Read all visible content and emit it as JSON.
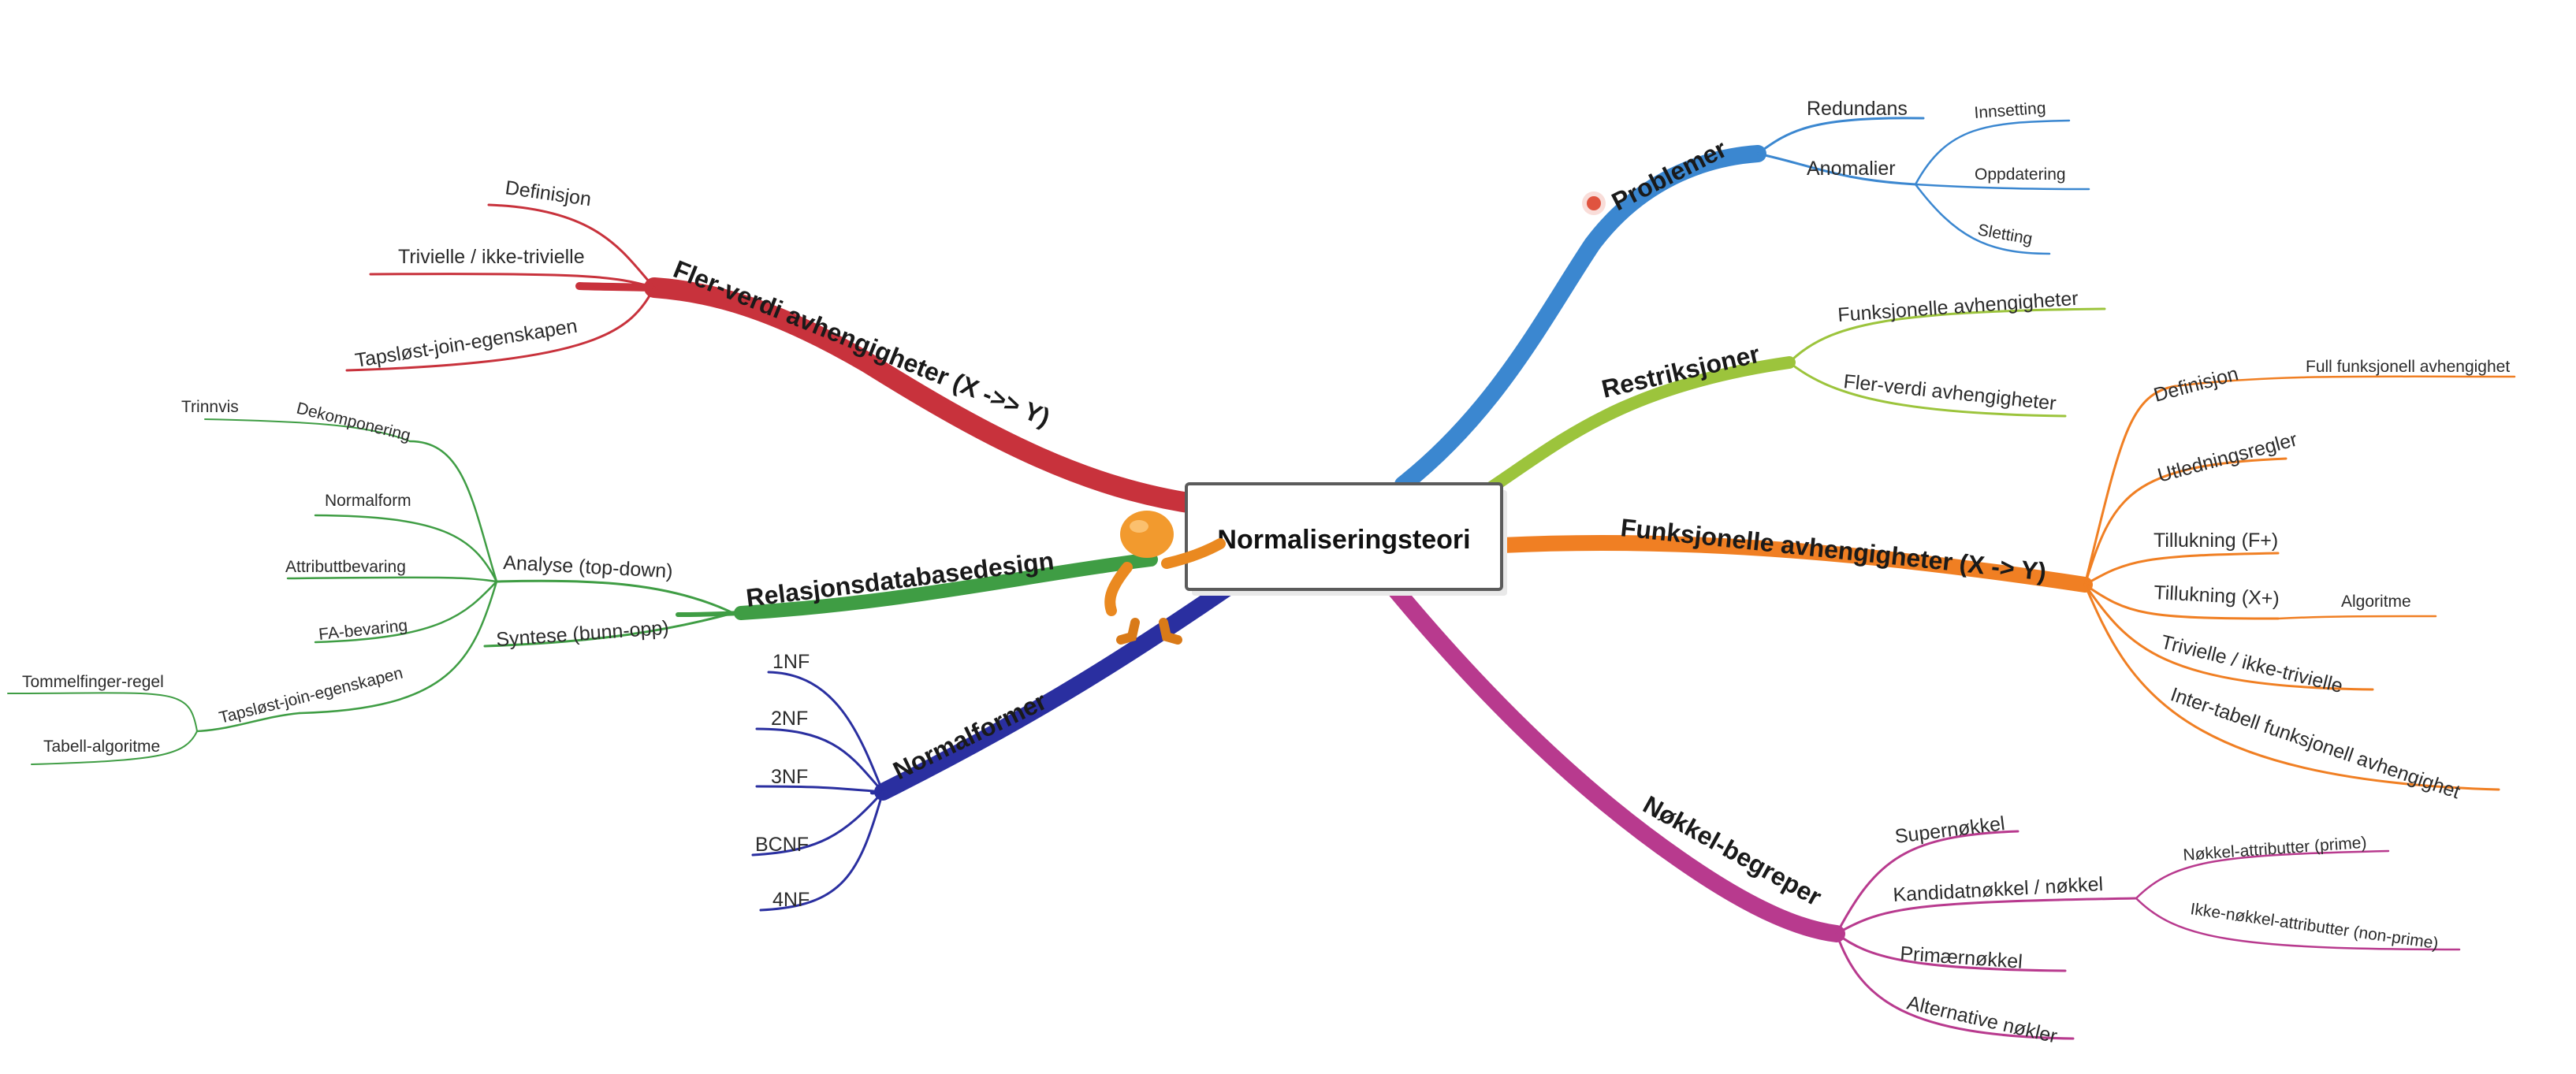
{
  "center": {
    "title": "Normaliseringsteori"
  },
  "colors": {
    "red": "#c8323c",
    "green": "#3f9d44",
    "navy": "#2a2fa0",
    "blue": "#3b87d0",
    "lime": "#9cc43c",
    "orange": "#f07f23",
    "magenta": "#b83a8e",
    "figure": "#f29a2e"
  },
  "branches": {
    "fler_verdi": {
      "label": "Fler-verdi avhengigheter (X ->> Y)",
      "items": [
        "Definisjon",
        "Trivielle / ikke-trivielle",
        "Tapsløst-join-egenskapen"
      ]
    },
    "relasjon": {
      "label": "Relasjonsdatabasedesign",
      "analyse": "Analyse (top-down)",
      "syntese": "Syntese (bunn-opp)",
      "dekomponering": "Dekomponering",
      "trinnvis": "Trinnvis",
      "normalform": "Normalform",
      "attributtbevaring": "Attributtbevaring",
      "fa_bevaring": "FA-bevaring",
      "tapslost": "Tapsløst-join-egenskapen",
      "tommelfinger": "Tommelfinger-regel",
      "tabell_algoritme": "Tabell-algoritme"
    },
    "normalformer": {
      "label": "Normalformer",
      "items": [
        "1NF",
        "2NF",
        "3NF",
        "BCNF",
        "4NF"
      ]
    },
    "problemer": {
      "label": "Problemer",
      "redundans": "Redundans",
      "anomalier": "Anomalier",
      "anomali_items": [
        "Innsetting",
        "Oppdatering",
        "Sletting"
      ]
    },
    "restriksjoner": {
      "label": "Restriksjoner",
      "items": [
        "Funksjonelle avhengigheter",
        "Fler-verdi avhengigheter"
      ]
    },
    "funksjonelle": {
      "label": "Funksjonelle avhengigheter (X -> Y)",
      "definisjon": "Definisjon",
      "full": "Full funksjonell avhengighet",
      "utledningsregler": "Utledningsregler",
      "tillukning_f": "Tillukning (F+)",
      "tillukning_x": "Tillukning (X+)",
      "algoritme": "Algoritme",
      "trivielle": "Trivielle / ikke-trivielle",
      "inter_tabell": "Inter-tabell funksjonell avhengighet"
    },
    "nokkel": {
      "label": "Nøkkel-begreper",
      "supernokkel": "Supernøkkel",
      "kandidat": "Kandidatnøkkel / nøkkel",
      "prime": "Nøkkel-attributter (prime)",
      "non_prime": "Ikke-nøkkel-attributter (non-prime)",
      "primaer": "Primærnøkkel",
      "alternative": "Alternative nøkler"
    }
  }
}
